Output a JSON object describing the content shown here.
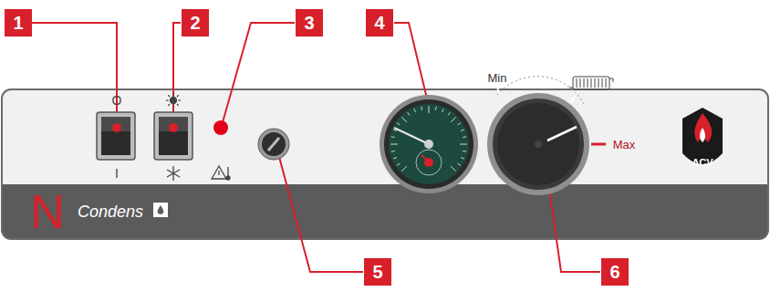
{
  "diagram": {
    "labels": [
      "1",
      "2",
      "3",
      "4",
      "5",
      "6",
      "O",
      "I",
      "Min",
      "Max",
      "N",
      "Condens",
      "ACV"
    ]
  }
}
